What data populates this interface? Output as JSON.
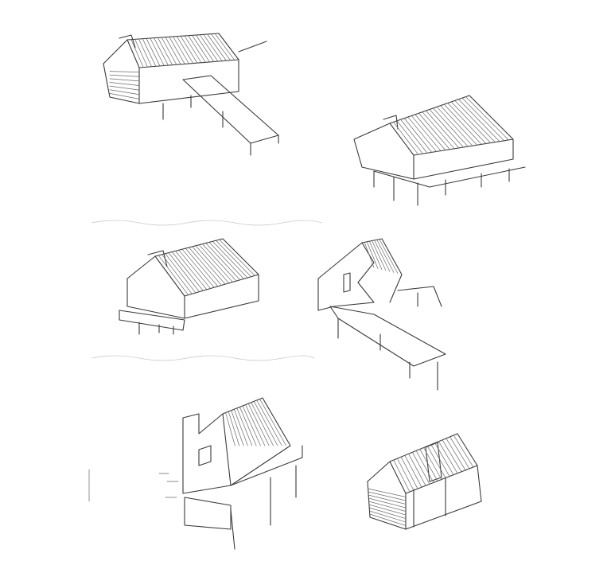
{
  "canvas": {
    "background": "#ffffff",
    "ink": "#3a3a3a",
    "guide_line": "#c9c9c9"
  },
  "sketches": [
    {
      "id": "house-with-long-walkway"
    },
    {
      "id": "house-with-veranda"
    },
    {
      "id": "house-with-side-deck"
    },
    {
      "id": "ruined-gable-with-walkway"
    },
    {
      "id": "stone-gable-with-porch"
    },
    {
      "id": "small-cabin-with-chimney"
    }
  ]
}
